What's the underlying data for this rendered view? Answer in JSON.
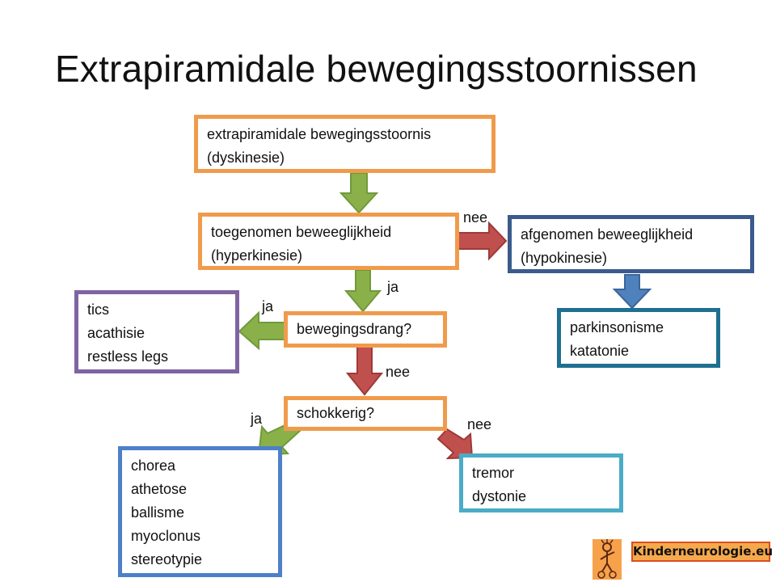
{
  "title": "Extrapiramidale bewegingsstoornissen",
  "boxes": {
    "root": [
      "extrapiramidale bewegingsstoornis",
      "(dyskinesie)"
    ],
    "hyper": [
      "toegenomen beweeglijkheid",
      "(hyperkinesie)"
    ],
    "hypo": [
      "afgenomen beweeglijkheid",
      "(hypokinesie)"
    ],
    "parkinson": [
      "parkinsonisme",
      "katatonie"
    ],
    "drang": [
      "bewegingsdrang?"
    ],
    "tics": [
      "tics",
      "acathisie",
      "restless legs"
    ],
    "schokkerig": [
      "schokkerig?"
    ],
    "chorea": [
      "chorea",
      "athetose",
      "ballisme",
      "myoclonus",
      "stereotypie"
    ],
    "tremor": [
      "tremor",
      "dystonie"
    ]
  },
  "labels": {
    "nee_hypo": "nee",
    "ja_hyper": "ja",
    "ja_tics": "ja",
    "nee_drang": "nee",
    "ja_chorea": "ja",
    "nee_tremor": "nee"
  },
  "logo": {
    "text": "Kinderneurologie.eu"
  },
  "colors": {
    "orange_border": "#f09b4c",
    "hypo_border": "#3a5b8c",
    "parkinson_border": "#1f6f90",
    "tics_border": "#8064a2",
    "chorea_border": "#4d80c8",
    "tremor_border": "#4aacc6",
    "arrow_green": "#8ab04a",
    "arrow_red": "#c0504d",
    "arrow_blue": "#4f81bd"
  }
}
